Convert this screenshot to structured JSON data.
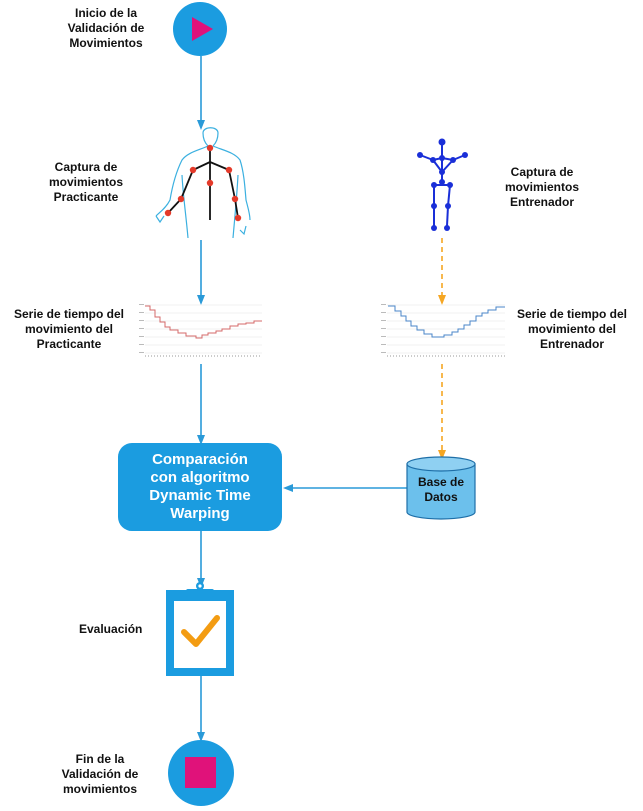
{
  "nodes": {
    "start_label": [
      "Inicio de la",
      "Validación de",
      "Movimientos"
    ],
    "capture_practicante": [
      "Captura de",
      "movimientos",
      "Practicante"
    ],
    "capture_entrenador": [
      "Captura de",
      "movimientos",
      "Entrenador"
    ],
    "series_practicante": [
      "Serie de tiempo del",
      "movimiento del",
      "Practicante"
    ],
    "series_entrenador": [
      "Serie de tiempo del",
      "movimiento del",
      "Entrenador"
    ],
    "compare": [
      "Comparación",
      "con algoritmo",
      "Dynamic Time",
      "Warping"
    ],
    "database": [
      "Base de",
      "Datos"
    ],
    "evaluation": "Evaluación",
    "end_label": [
      "Fin de la",
      "Validación de",
      "movimientos"
    ]
  },
  "colors": {
    "blue": "#1b9ce0",
    "flow_arrow": "#2a9ad8",
    "dashed_arrow": "#f5a623",
    "start_triangle": "#e0127a",
    "end_square": "#e0127a",
    "check": "#f39c12",
    "db_fill": "#6cc0ec",
    "db_stroke": "#1e6fa8",
    "series_practicante": "#d46a6a",
    "series_entrenador": "#4a86c8",
    "skeleton_blue": "#1a2fd8",
    "joint_red": "#e43a2a"
  },
  "icons": {
    "start": "play-circle-icon",
    "end": "stop-circle-icon",
    "body": "human-body-outline-icon",
    "skeleton": "stick-skeleton-icon",
    "clipboard": "clipboard-check-icon",
    "database": "database-cylinder-icon"
  }
}
